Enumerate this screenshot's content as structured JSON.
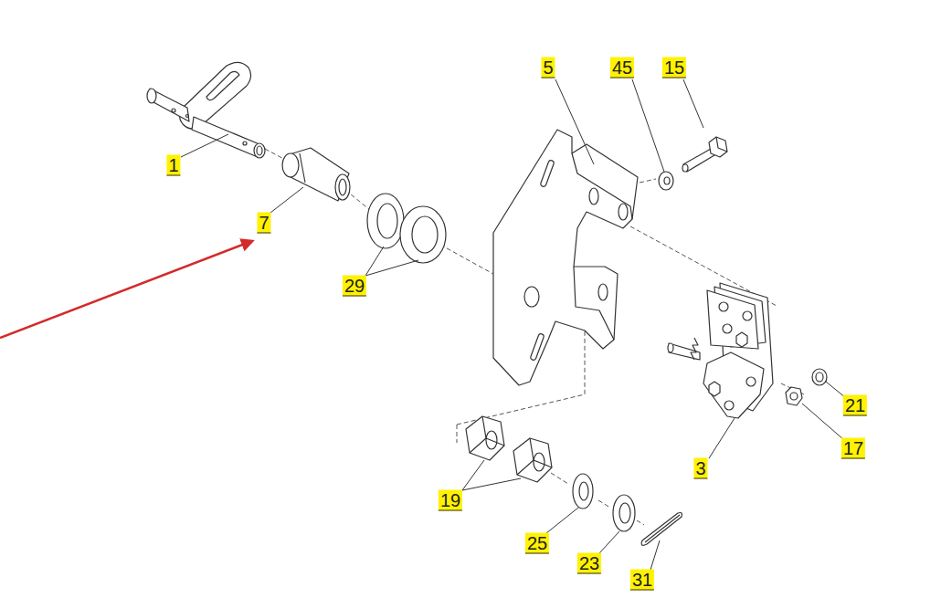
{
  "diagram": {
    "labels": [
      "5",
      "45",
      "15",
      "1",
      "7",
      "29",
      "21",
      "17",
      "3",
      "19",
      "25",
      "23",
      "31"
    ]
  }
}
